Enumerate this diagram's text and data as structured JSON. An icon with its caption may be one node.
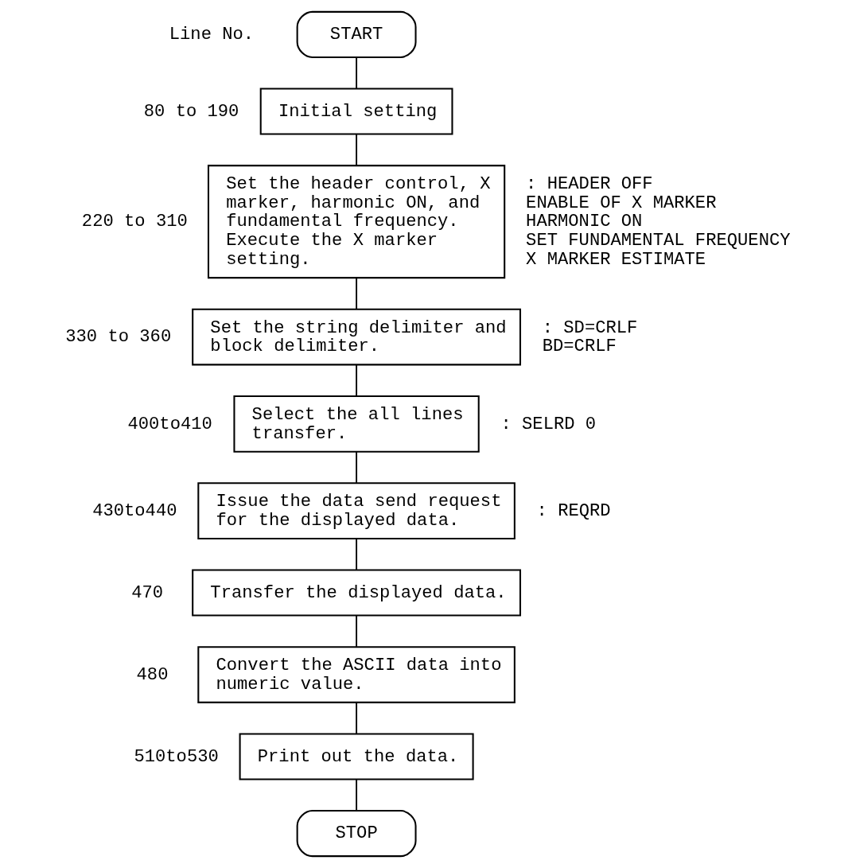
{
  "diagram": {
    "nodes": [
      {
        "text": [
          "START"
        ]
      },
      {
        "text": [
          "Initial setting"
        ],
        "beside": [
          "80 to 190"
        ]
      },
      {
        "text": [
          "Set the header control, X marker, harmonic ON, and fundamental frequency.",
          "Execute the X marker setting."
        ],
        "beside": [
          "220 to 310",
          ": HEADER OFF",
          "ENABLE OF X MARKER",
          "HARMONIC ON",
          "SET FUNDAMENTAL FREQUENCY",
          "X MARKER ESTIMATE"
        ]
      },
      {
        "text": [
          "Set the string delimiter and block delimiter."
        ],
        "beside": [
          "330 to 360",
          ": SD=CRLF",
          "BD=CRLF"
        ]
      },
      {
        "text": [
          "Select the all lines transfer."
        ],
        "beside": [
          "400to410",
          ": SELRD 0"
        ]
      },
      {
        "text": [
          "Issue the data send request for the displayed data."
        ],
        "beside": [
          "430to440",
          ": REQRD"
        ]
      },
      {
        "text": [
          "Transfer the displayed data."
        ],
        "beside": [
          "470"
        ]
      },
      {
        "text": [
          "Convert the ASCII data into numeric value."
        ],
        "beside": [
          "480"
        ]
      },
      {
        "text": [
          "Print out the data."
        ],
        "beside": [
          "510to530"
        ]
      },
      {
        "text": [
          "STOP"
        ]
      }
    ],
    "edges": [
      {
        "from": 0,
        "to": 1,
        "arrow": "none"
      },
      {
        "from": 1,
        "to": 2,
        "arrow": "none"
      },
      {
        "from": 2,
        "to": 3,
        "arrow": "none"
      },
      {
        "from": 3,
        "to": 4,
        "arrow": "none"
      },
      {
        "from": 4,
        "to": 5,
        "arrow": "none"
      },
      {
        "from": 5,
        "to": 6,
        "arrow": "none"
      },
      {
        "from": 6,
        "to": 7,
        "arrow": "none"
      },
      {
        "from": 7,
        "to": 8,
        "arrow": "none"
      },
      {
        "from": 8,
        "to": 9,
        "arrow": "none"
      }
    ],
    "labels": [
      "Line No."
    ]
  }
}
